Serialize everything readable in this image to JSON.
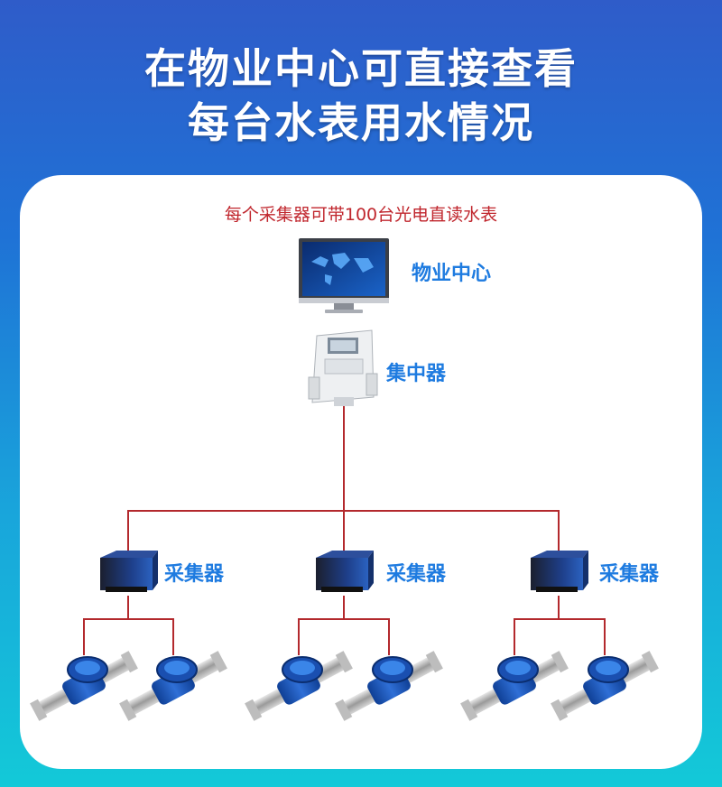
{
  "headline": {
    "line1": "在物业中心可直接查看",
    "line2": "每台水表用水情况"
  },
  "diagram": {
    "subtitle": "每个采集器可带100台光电直读水表",
    "center_label": "物业中心",
    "concentrator_label": "集中器",
    "collectors": [
      {
        "label": "采集器"
      },
      {
        "label": "采集器"
      },
      {
        "label": "采集器"
      }
    ],
    "meters_per_collector_shown": 2
  },
  "colors": {
    "line": "#b3292d",
    "label": "#1e7be0",
    "subtitle": "#c0262d"
  }
}
